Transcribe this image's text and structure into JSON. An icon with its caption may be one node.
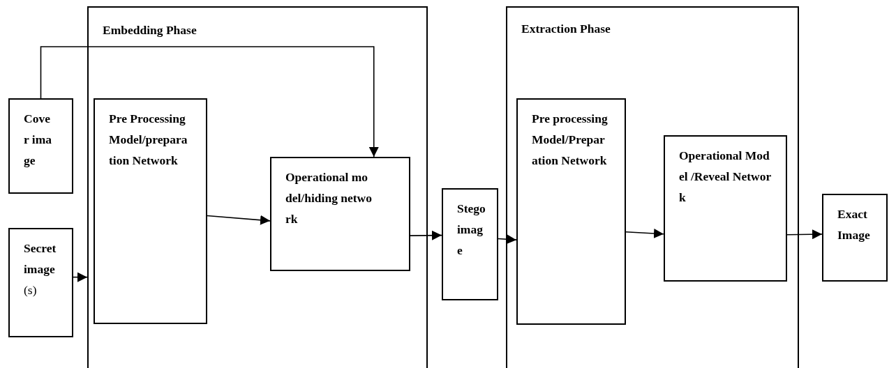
{
  "diagram": {
    "nodes": [
      {
        "text": [
          "Cover image"
        ]
      },
      {
        "text": [
          "**Secret image**(s)"
        ]
      },
      {
        "text": [
          "Embedding Phase"
        ]
      },
      {
        "text": [
          "Pre Processing Model/preparation Network"
        ],
        "in": 2
      },
      {
        "text": [
          "Operational model/hiding network"
        ],
        "in": 2
      },
      {
        "text": [
          "Stego image"
        ]
      },
      {
        "text": [
          "Extraction Phase"
        ]
      },
      {
        "text": [
          "Pre processing Model/Preparation Network"
        ],
        "in": 6
      },
      {
        "text": [
          "Operational Model /Reveal Network"
        ],
        "in": 6
      },
      {
        "text": [
          "Exact Image"
        ]
      }
    ],
    "edges": [
      {
        "from": 0,
        "to": 4,
        "arrow": "to"
      },
      {
        "from": 1,
        "to": 2,
        "arrow": "to"
      },
      {
        "from": 3,
        "to": 4,
        "arrow": "to"
      },
      {
        "from": 4,
        "to": 5,
        "arrow": "to"
      },
      {
        "from": 5,
        "to": 7,
        "arrow": "to"
      },
      {
        "from": 7,
        "to": 8,
        "arrow": "to"
      },
      {
        "from": 8,
        "to": 9,
        "arrow": "to"
      }
    ]
  }
}
